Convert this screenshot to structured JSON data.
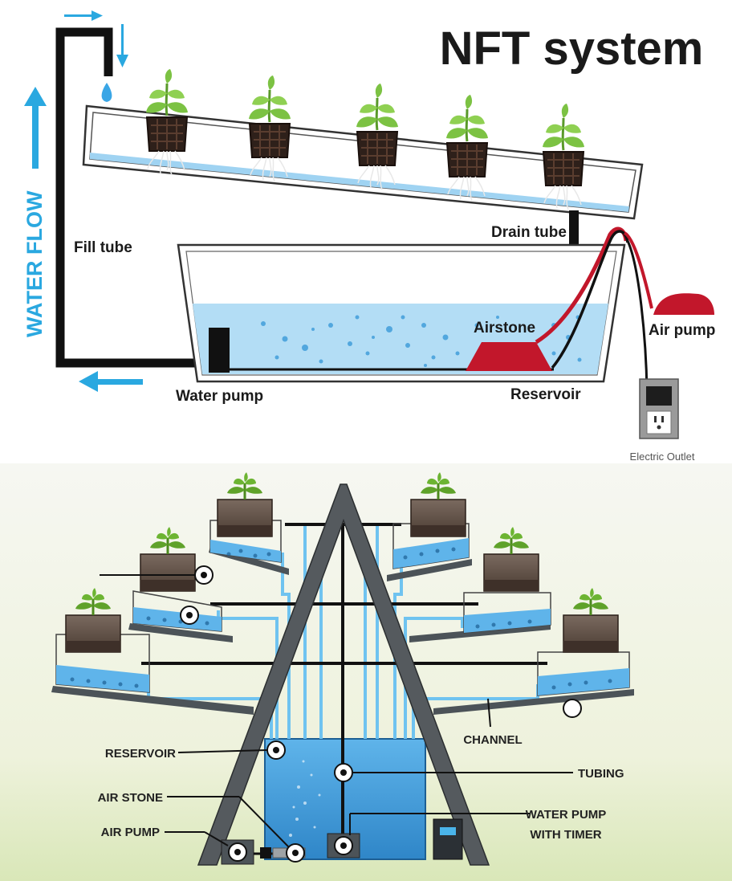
{
  "top": {
    "title": "NFT system",
    "water_flow": "WATER FLOW",
    "labels": {
      "fill_tube": "Fill tube",
      "drain_tube": "Drain tube",
      "airstone": "Airstone",
      "air_pump": "Air pump",
      "water_pump": "Water pump",
      "reservoir": "Reservoir",
      "electric_outlet": "Electric Outlet"
    }
  },
  "bottom": {
    "labels": {
      "reservoir": "RESERVOIR",
      "air_stone": "AIR STONE",
      "air_pump": "AIR PUMP",
      "channel": "CHANNEL",
      "tubing": "TUBING",
      "water_pump_line1": "WATER PUMP",
      "water_pump_line2": "WITH TIMER"
    }
  },
  "colors": {
    "water": "#8fcdf0",
    "arrow": "#2aa8e0",
    "airstone": "#c2172b",
    "plant": "#7cc243",
    "tube": "#111111",
    "pot": "#3d2b22"
  }
}
